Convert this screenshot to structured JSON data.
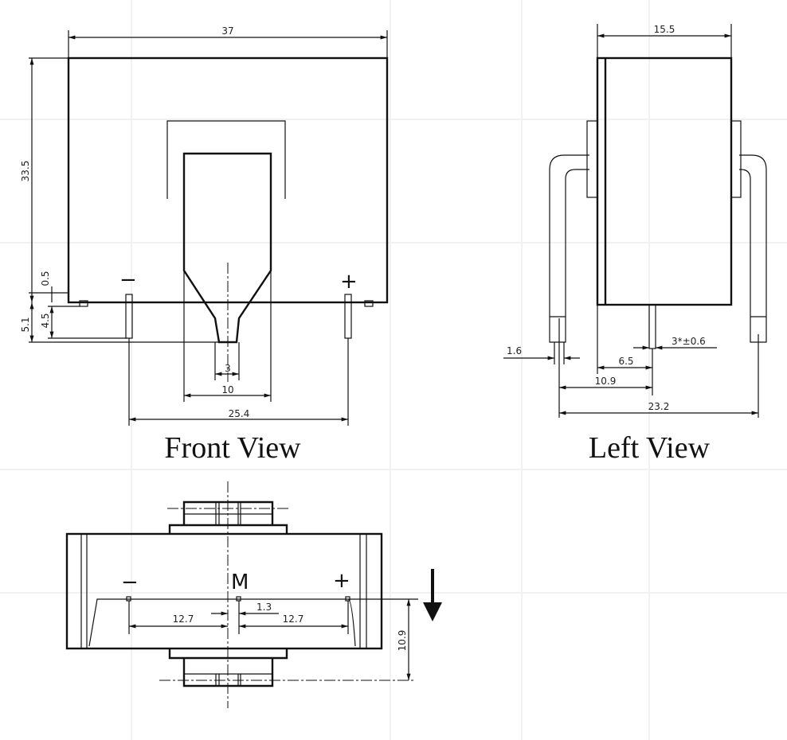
{
  "front_view": {
    "title": "Front View",
    "dims": {
      "width": "37",
      "height": "33.5",
      "gap": "0.5",
      "pin_total": "5.1",
      "pin_len": "4.5",
      "tip": "3",
      "bar": "10",
      "pin_pitch": "25.4"
    },
    "minus": "−",
    "plus": "+"
  },
  "left_view": {
    "title": "Left View",
    "dims": {
      "depth": "15.5",
      "pin_width": "1.6",
      "pin_thk": "3*±0.6",
      "offset": "6.5",
      "lead_offset": "10.9",
      "span": "23.2"
    }
  },
  "bottom_view": {
    "dims": {
      "left": "12.7",
      "right": "12.7",
      "m_offset": "1.3",
      "row": "10.9"
    },
    "minus": "−",
    "mid": "M",
    "plus": "+"
  }
}
